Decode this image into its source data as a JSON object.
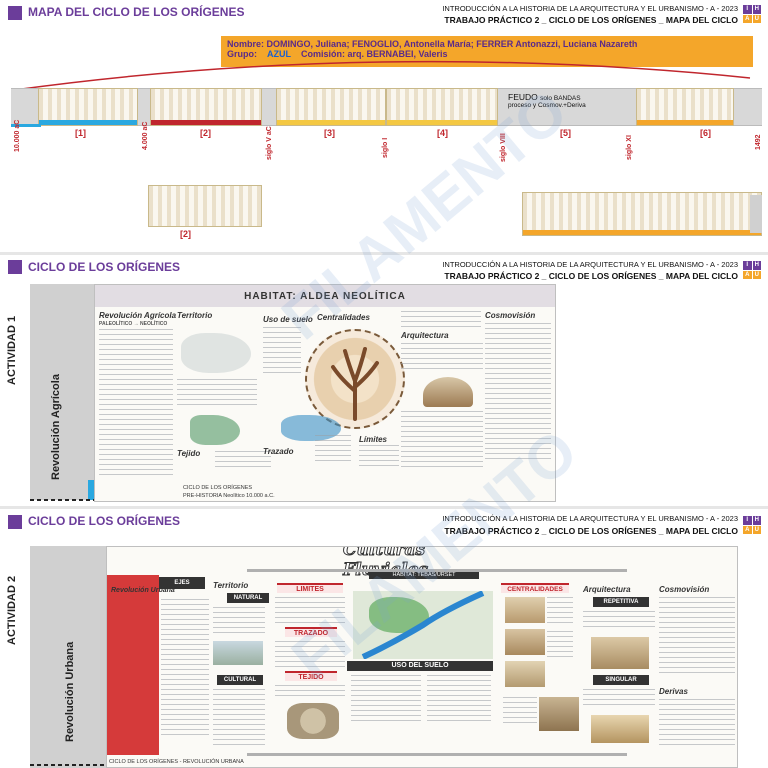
{
  "course": {
    "line1": "INTRODUCCIÓN A LA HISTORIA DE LA ARQUITECTURA Y EL URBANISMO  - A -  2023",
    "line2": "TRABAJO PRÁCTICO 2  _ CICLO DE LOS ORÍGENES  _ MAPA DEL CICLO",
    "logo": [
      "I",
      "H",
      "A",
      "U"
    ]
  },
  "section1": {
    "title": "MAPA DEL CICLO DE LOS ORÍGENES",
    "names_label": "Nombre:",
    "names": "DOMINGO, Juliana; FENOGLIO, Antonella María; FERRER Antonazzi, Luciana Nazareth",
    "group_label": "Grupo:",
    "group": "AZUL",
    "commission": "Comisión: arq. BERNABEI, Valeris",
    "feudo_title": "FEUDO",
    "feudo_sub1": "solo BANDAS",
    "feudo_sub2": "proceso y Cosmov.+Deriva",
    "periods": [
      "[1]",
      "[2]",
      "[3]",
      "[4]",
      "[5]",
      "[6]"
    ],
    "extra_label": "[2]",
    "eras": [
      "10.000 aC",
      "4.000 aC",
      "siglo V aC",
      "siglo I",
      "siglo VIII",
      "siglo XI",
      "1492"
    ]
  },
  "section2": {
    "title": "CICLO DE LOS ORÍGENES",
    "activity": "ACTIVIDAD   1",
    "revolution": "Revolución Agrícola",
    "poster_title": "HABITAT: ALDEA NEOLÍTICA",
    "h_rev": "Revolución Agrícola",
    "h_paleo": "PALEOLÍTICO → NEOLÍTICO",
    "h_territorio": "Territorio",
    "h_uso": "Uso de suelo",
    "h_central": "Centralidades",
    "h_arq": "Arquitectura",
    "h_cosmo": "Cosmovisión",
    "h_trazado": "Trazado",
    "h_limites": "Límites",
    "h_tejido": "Tejido",
    "foot1": "CICLO DE LOS ORÍGENES",
    "foot2": "PRE-HISTORIA Neolítico   10.000 a.C."
  },
  "section3": {
    "title": "CICLO DE LOS ORÍGENES",
    "activity": "ACTIVIDAD   2",
    "revolution": "Revolución Urbana",
    "poster_title": "Culturas Fluviales",
    "poster_sub": "HABITAT: TEBAS/URSET",
    "h_rev": "Revolución Urbana",
    "h_territorio": "Territorio",
    "h_natural": "NATURAL",
    "h_cultural": "CULTURAL",
    "h_limites": "LIMITES",
    "h_trazado": "TRAZADO",
    "h_tejido": "TEJIDO",
    "h_uso": "USO DEL SUELO",
    "h_central": "CENTRALIDADES",
    "h_arq": "Arquitectura",
    "h_repetitiva": "REPETITIVA",
    "h_singular": "SINGULAR",
    "h_cosmo": "Cosmovisión",
    "h_derivas": "Derivas",
    "h_ejes": "EJES",
    "foot": "CICLO DE LOS ORÍGENES  -  REVOLUCIÓN URBANA"
  },
  "watermark": "FILAMENTO"
}
